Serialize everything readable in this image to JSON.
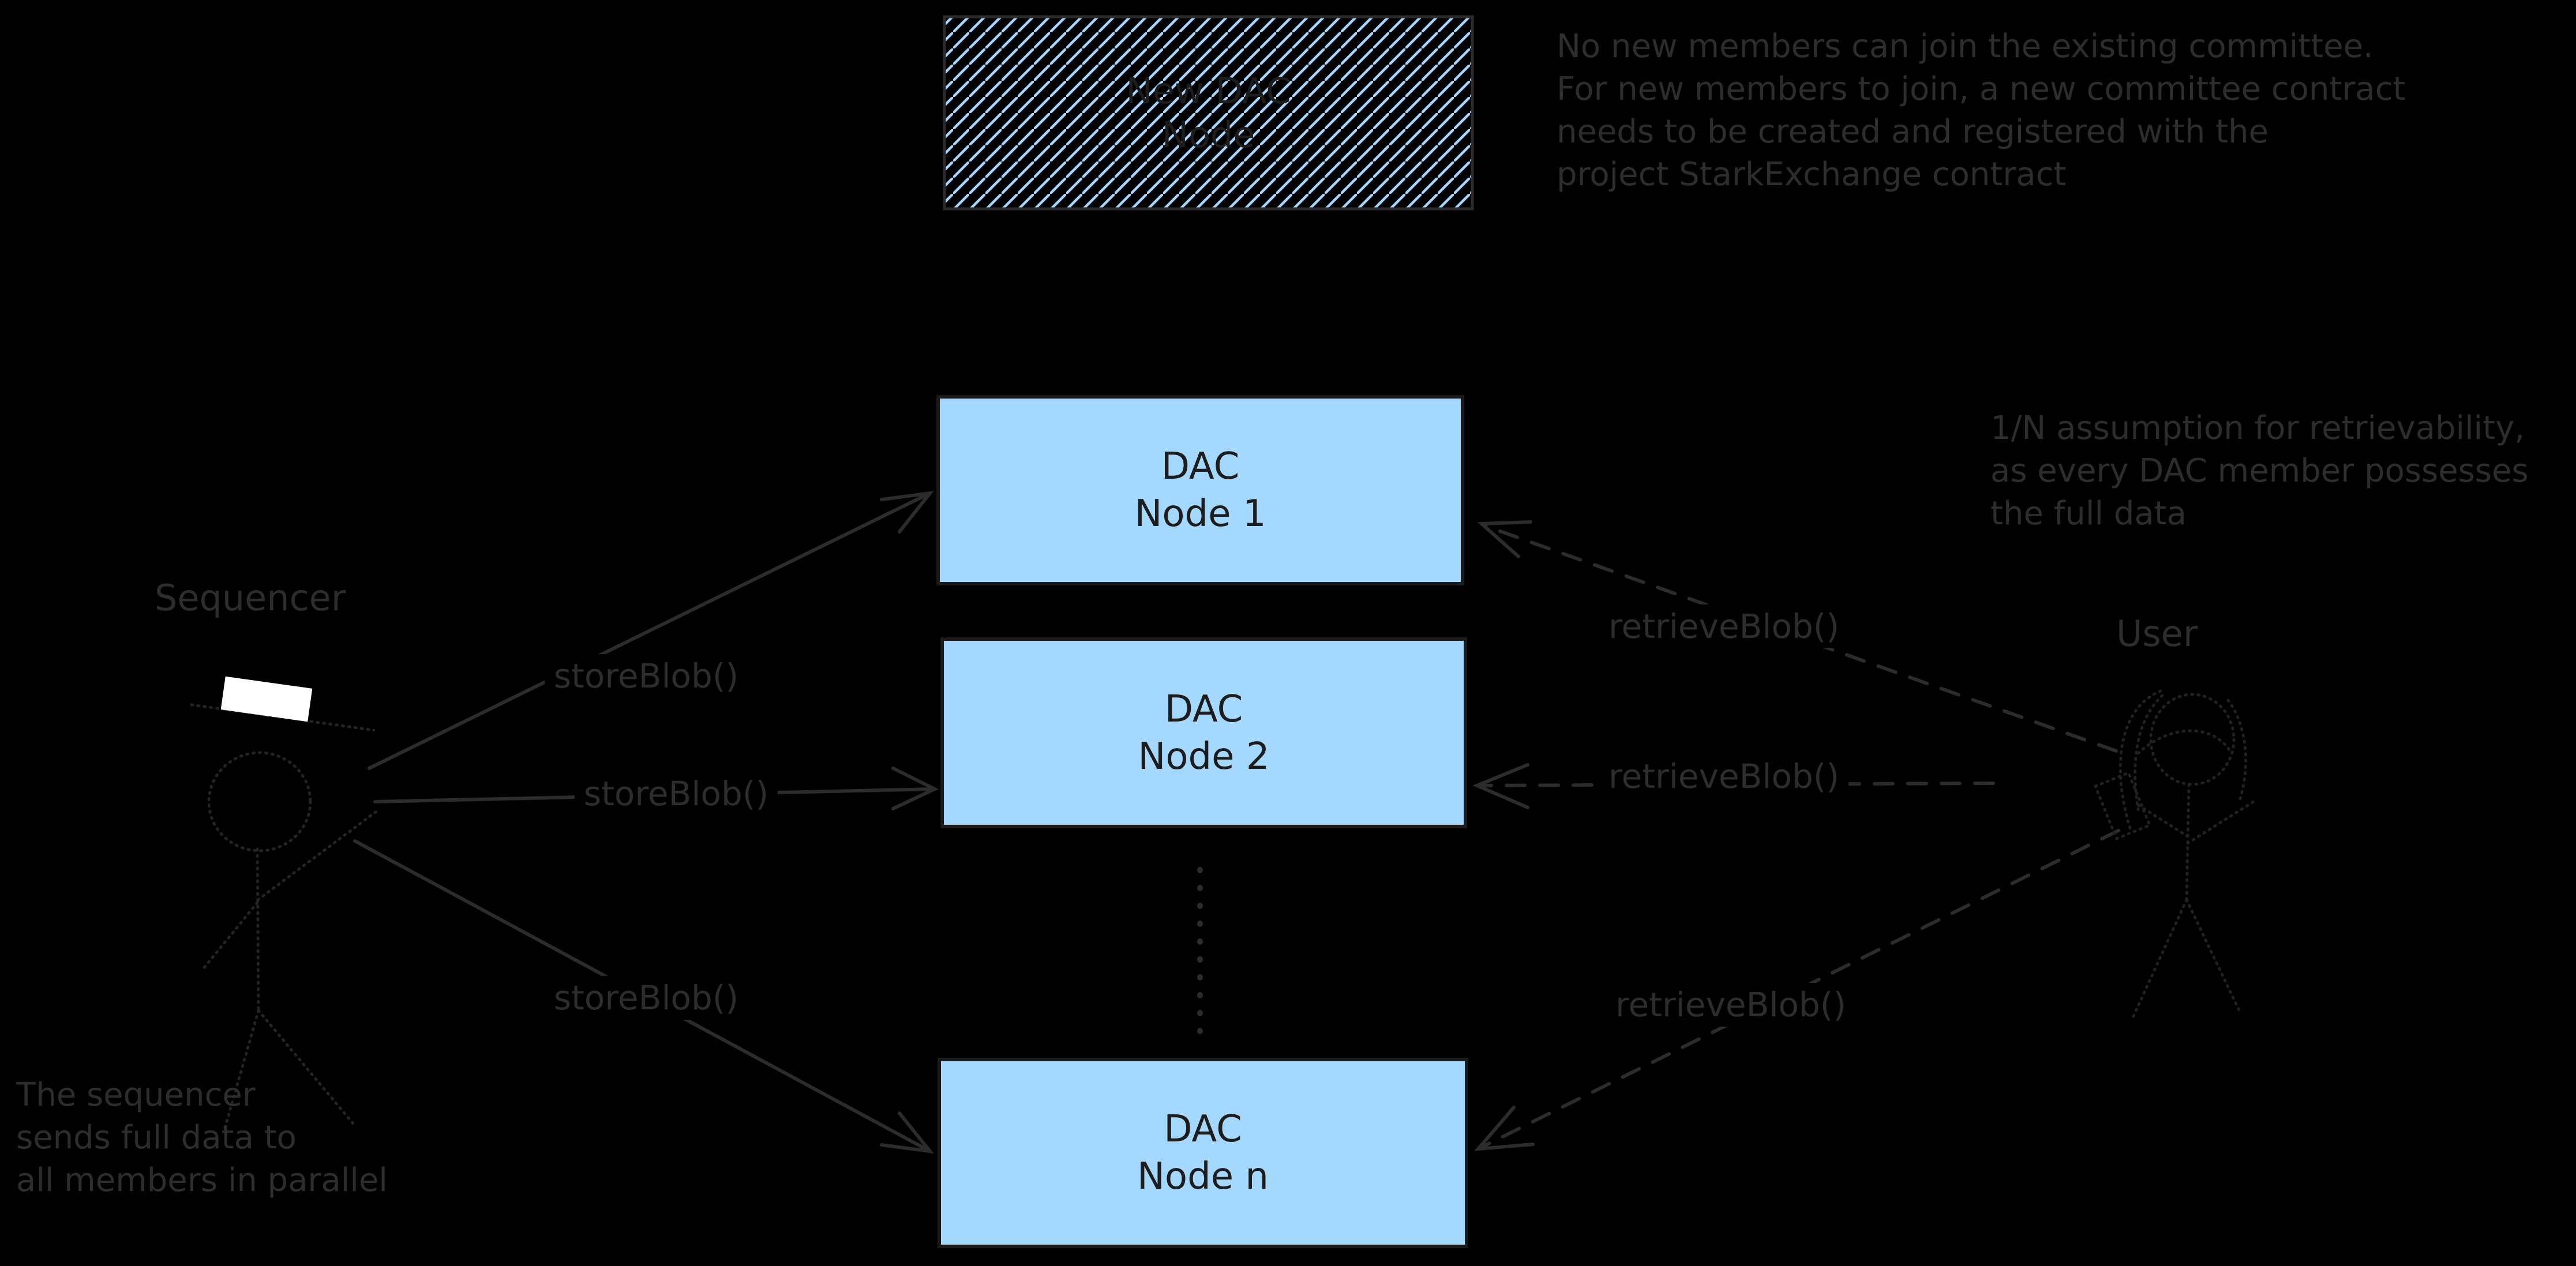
{
  "colors": {
    "background": "#000000",
    "node_fill": "#a5d8ff",
    "node_border": "#1a1a1a",
    "stroke_gray": "#2d2d2d",
    "hat_white": "#ffffff"
  },
  "new_committee_box": {
    "label": "New DAC\nNode"
  },
  "nodes": [
    {
      "label": "DAC\nNode 1"
    },
    {
      "label": "DAC\nNode 2"
    },
    {
      "label": "DAC\nNode n"
    }
  ],
  "actors": {
    "sequencer": {
      "label": "Sequencer"
    },
    "user": {
      "label": "User"
    }
  },
  "edges": {
    "store1": "storeBlob()",
    "store2": "storeBlob()",
    "store3": "storeBlob()",
    "retrieve1": "retrieveBlob()",
    "retrieve2": "retrieveBlob()",
    "retrieve3": "retrieveBlob()"
  },
  "notes": {
    "top_right": "No new members can join the existing committee.\nFor new members to join, a new committee contract\nneeds to be created and registered with the\nproject StarkExchange contract",
    "right": "1/N assumption for retrievability,\nas every DAC member possesses\nthe full data",
    "bottom_left": "The sequencer\nsends full data to\nall members in parallel"
  }
}
